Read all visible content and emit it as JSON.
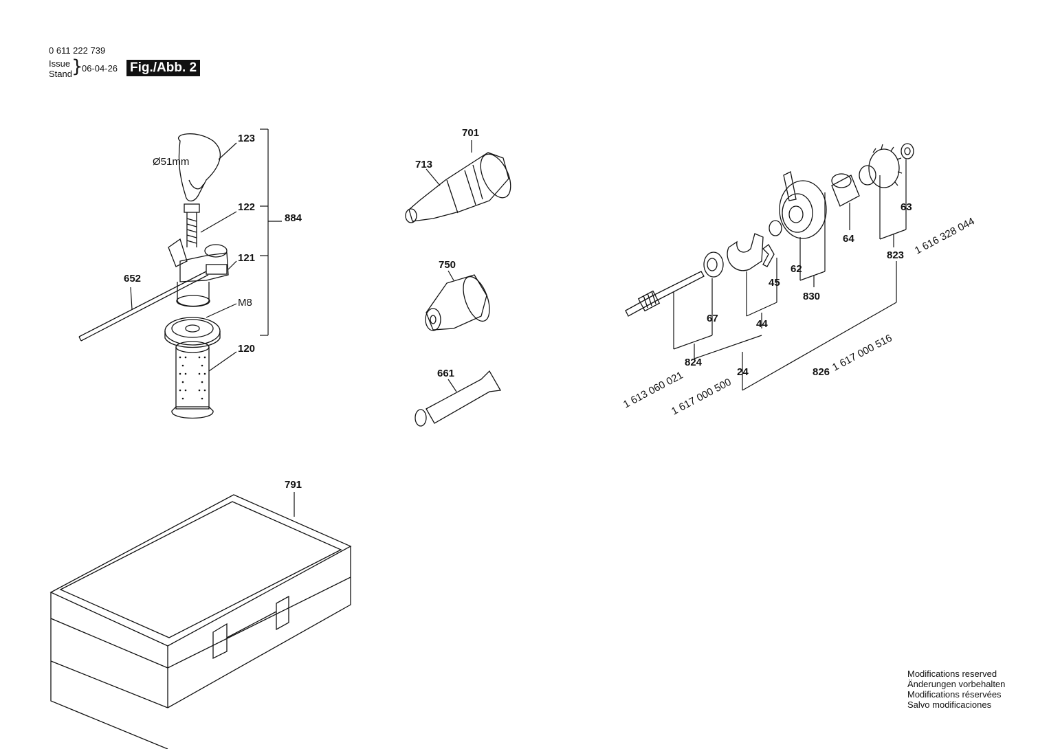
{
  "header": {
    "part_number": "0 611 222 739",
    "issue_label": "Issue",
    "stand_label": "Stand",
    "date": "06-04-26",
    "figure_label": "Fig./Abb. 2"
  },
  "labels": {
    "l123": "123",
    "l122": "122",
    "l121": "121",
    "l120": "120",
    "l884": "884",
    "l652": "652",
    "lM8": "M8",
    "ldiam": "Ø51mm",
    "l701": "701",
    "l713": "713",
    "l750": "750",
    "l661": "661",
    "l791": "791",
    "l62": "62",
    "l63": "63",
    "l64": "64",
    "l45": "45",
    "l44": "44",
    "l67": "67",
    "l830": "830",
    "l823": "823",
    "l824": "824",
    "l24": "24",
    "l826": "826",
    "n823": "1 616 328 044",
    "n824": "1 613 060 021",
    "n24": "1 617 000 500",
    "n826": "1 617 000 516"
  },
  "notes": [
    "Modifications reserved",
    "Änderungen vorbehalten",
    "Modifications réservées",
    "Salvo modificaciones"
  ]
}
